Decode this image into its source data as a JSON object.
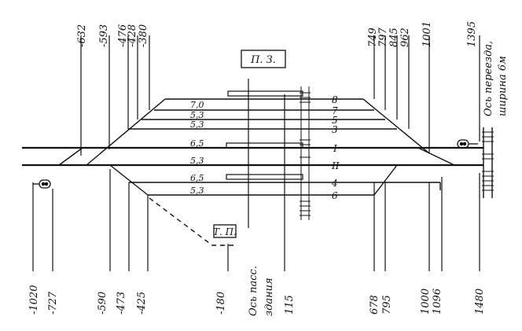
{
  "top_marks": [
    "-632",
    "-593",
    "-476",
    "-428",
    "-380",
    "749",
    "797",
    "845",
    "962",
    "1001",
    "1395"
  ],
  "crossing_label": "Ось переезда,",
  "crossing_width": "ширина 6м",
  "bottom_marks": [
    "-1020",
    "-727",
    "-590",
    "-473",
    "-425",
    "-180",
    "115",
    "678",
    "795",
    "1000",
    "1096",
    "1480"
  ],
  "station_axis": [
    "Ось пасс.",
    "здания"
  ],
  "box_pz": "П. З.",
  "box_tp": "Т. П.",
  "track_spacings": [
    "7,0",
    "5,3",
    "5,3",
    "6,5",
    "5,3",
    "6,5",
    "5,3"
  ],
  "track_numbers": [
    "8",
    "7",
    "5",
    "3",
    "I",
    "II",
    "4",
    "6"
  ]
}
